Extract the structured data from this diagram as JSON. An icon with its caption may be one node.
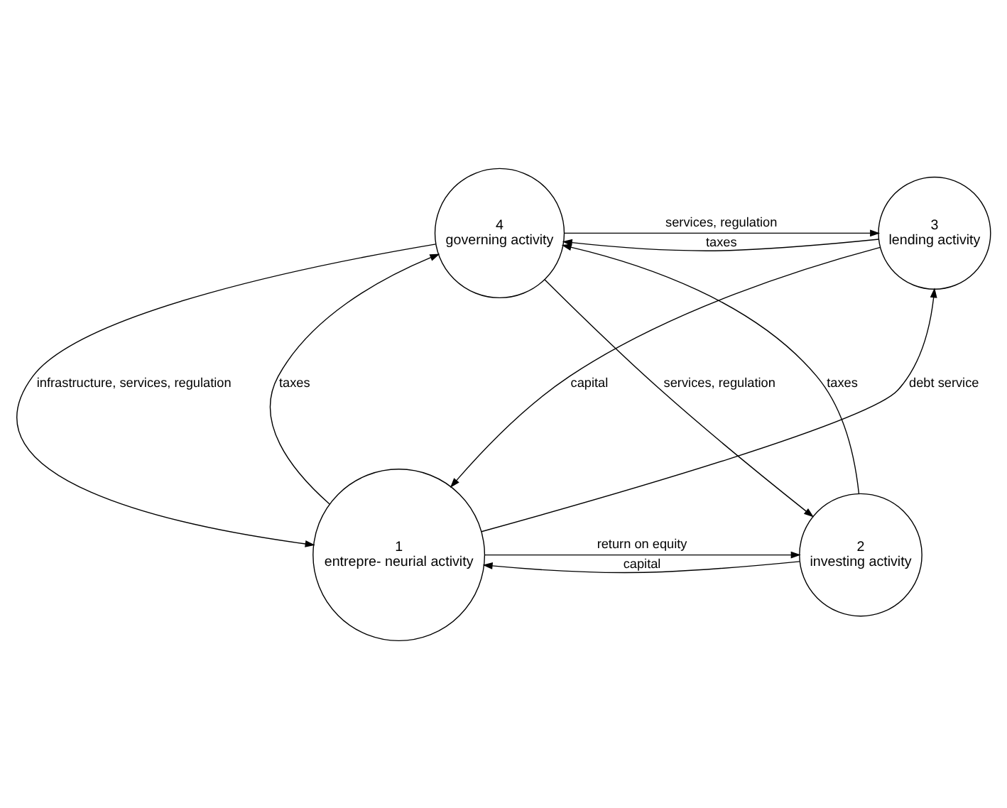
{
  "diagram": {
    "nodes": [
      {
        "text": [
          "4",
          "governing activity"
        ]
      },
      {
        "text": [
          "3",
          "lending activity"
        ]
      },
      {
        "text": [
          "1",
          "entrepre- neurial activity"
        ]
      },
      {
        "text": [
          "2",
          "investing activity"
        ]
      }
    ],
    "edges": [
      {
        "from": 1,
        "to": 0,
        "arrow": "to",
        "label": "taxes"
      },
      {
        "from": 0,
        "to": 1,
        "arrow": "to",
        "label": "services, regulation"
      },
      {
        "from": 2,
        "to": 0,
        "arrow": "to",
        "label": "taxes"
      },
      {
        "from": 0,
        "to": 2,
        "arrow": "to",
        "label": "infrastructure, services, regulation"
      },
      {
        "from": 2,
        "to": 1,
        "arrow": "to",
        "label": "debt service"
      },
      {
        "from": 1,
        "to": 2,
        "arrow": "to",
        "label": "capital"
      },
      {
        "from": 3,
        "to": 0,
        "arrow": "to",
        "label": "taxes"
      },
      {
        "from": 0,
        "to": 3,
        "arrow": "to",
        "label": "services, regulation"
      },
      {
        "from": 2,
        "to": 3,
        "arrow": "to",
        "label": "return on equity"
      },
      {
        "from": 3,
        "to": 2,
        "arrow": "to",
        "label": "capital"
      }
    ]
  }
}
